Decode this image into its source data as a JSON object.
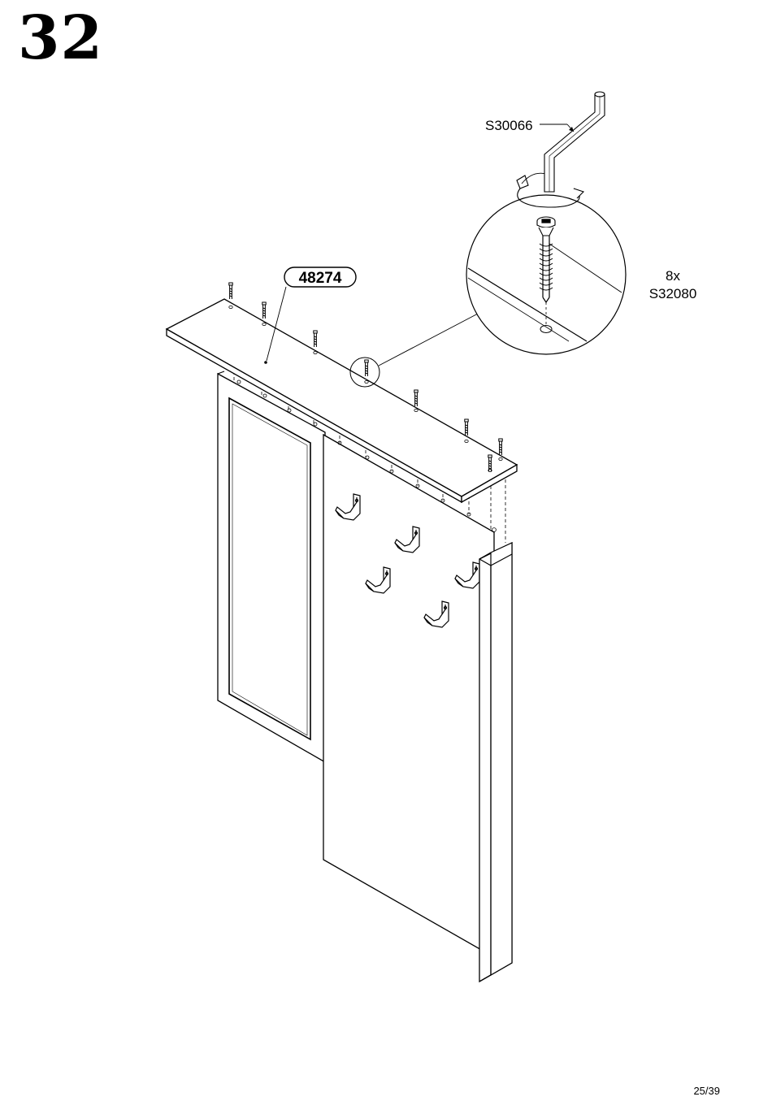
{
  "step": {
    "number": "32"
  },
  "parts": {
    "top_board": {
      "code": "48274"
    },
    "tool": {
      "code": "S30066"
    },
    "screw": {
      "quantity": "8x",
      "code": "S32080"
    }
  },
  "footer": {
    "page": "25/39"
  }
}
